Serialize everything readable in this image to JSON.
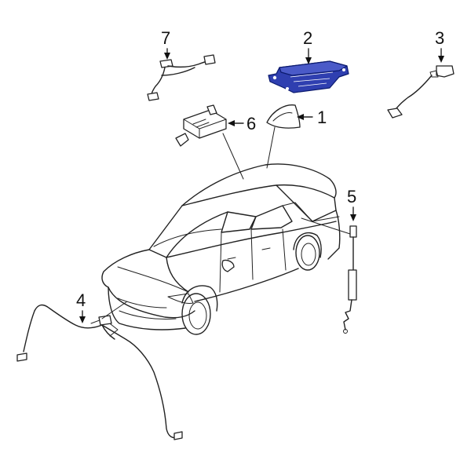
{
  "diagram": {
    "highlight_color": "#2f3fb0",
    "callouts": [
      {
        "id": "1",
        "label": "1"
      },
      {
        "id": "2",
        "label": "2"
      },
      {
        "id": "3",
        "label": "3"
      },
      {
        "id": "4",
        "label": "4"
      },
      {
        "id": "5",
        "label": "5"
      },
      {
        "id": "6",
        "label": "6"
      },
      {
        "id": "7",
        "label": "7"
      }
    ]
  }
}
